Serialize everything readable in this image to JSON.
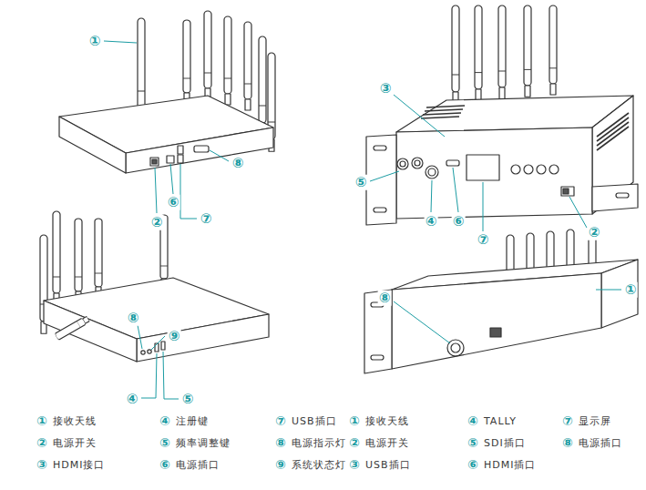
{
  "diagram": {
    "labels": [
      "①",
      "②",
      "⑥",
      "⑦",
      "⑧",
      "⑧",
      "⑨",
      "④",
      "⑤",
      "③",
      "⑤",
      "④",
      "⑥",
      "⑦",
      "②",
      "⑧",
      "①",
      "①",
      "接收天线",
      "④",
      "注册键",
      "⑦",
      "USB插口",
      "②",
      "电源开关",
      "⑤",
      "频率调整键",
      "⑧",
      "电源指示灯",
      "③",
      "HDMI接口",
      "⑥",
      "电源插口",
      "⑨",
      "系统状态灯",
      "①",
      "接收天线",
      "④",
      "TALLY",
      "⑦",
      "显示屏",
      "②",
      "电源开关",
      "⑤",
      "SDI插口",
      "⑧",
      "电源插口",
      "③",
      "USB插口",
      "⑥",
      "HDMI插口"
    ]
  }
}
